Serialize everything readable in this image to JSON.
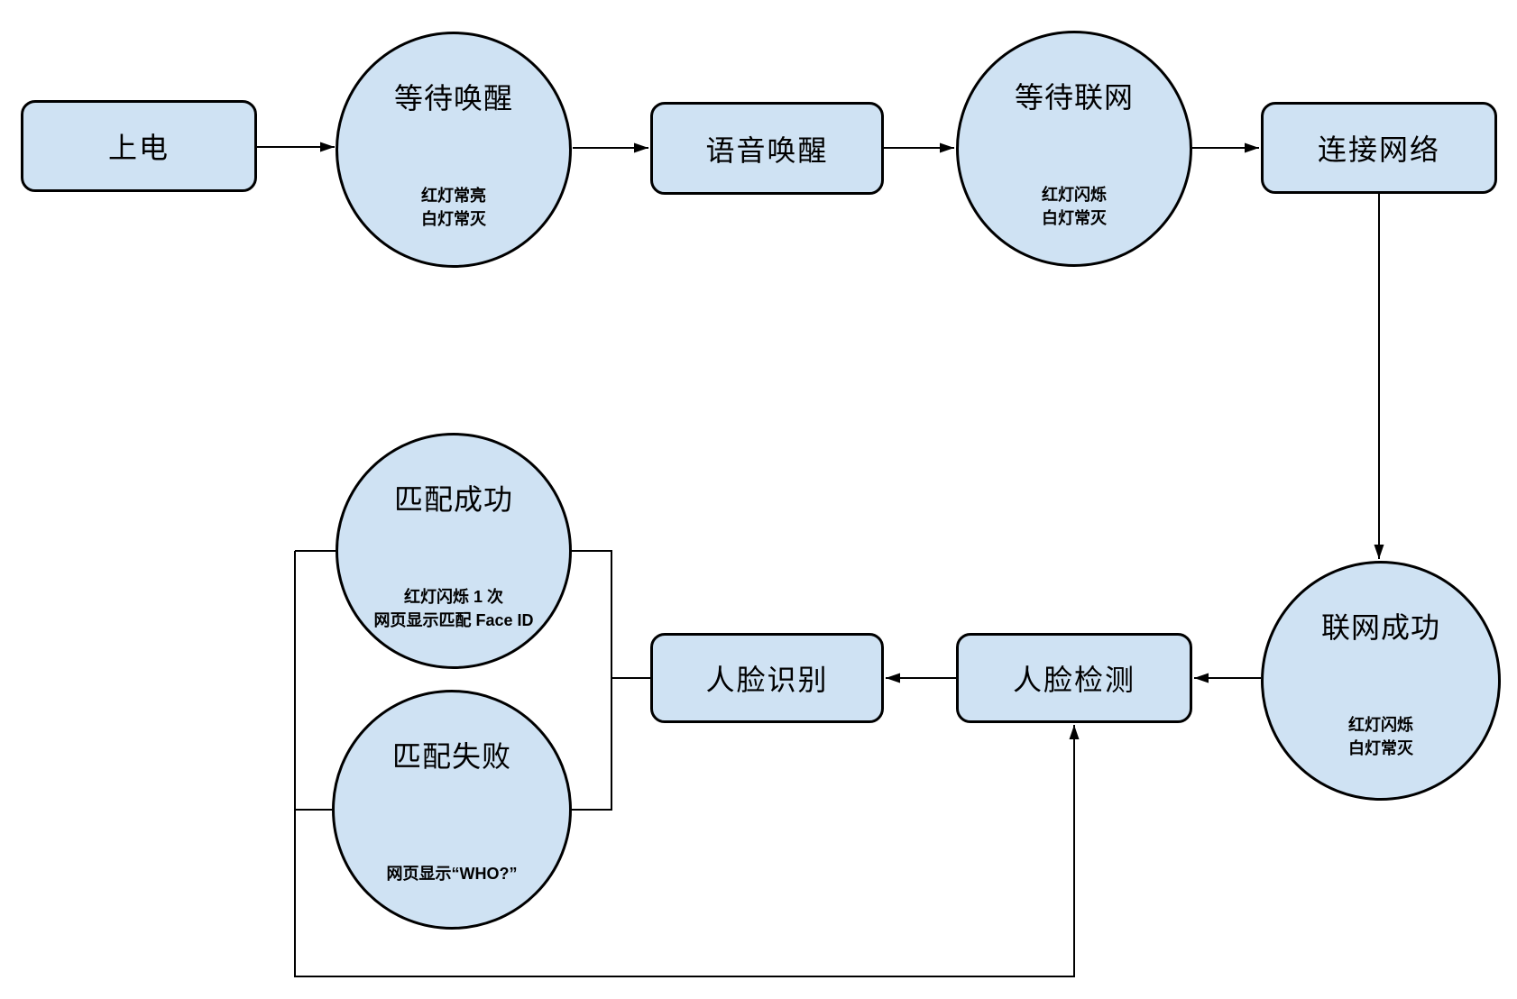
{
  "diagram": {
    "type": "flowchart",
    "colors": {
      "background": "#ffffff",
      "node_fill": "#cfe2f3",
      "node_border": "#000000",
      "connector": "#000000",
      "text": "#000000"
    },
    "nodes": {
      "power_on": {
        "shape": "rectangle",
        "label": "上电"
      },
      "wait_wake": {
        "shape": "circle",
        "label": "等待唤醒",
        "note": "红灯常亮\n白灯常灭"
      },
      "voice_wake": {
        "shape": "rectangle",
        "label": "语音唤醒"
      },
      "wait_network": {
        "shape": "circle",
        "label": "等待联网",
        "note": "红灯闪烁\n白灯常灭"
      },
      "connect_network": {
        "shape": "rectangle",
        "label": "连接网络"
      },
      "network_success": {
        "shape": "circle",
        "label": "联网成功",
        "note": "红灯闪烁\n白灯常灭"
      },
      "face_detect": {
        "shape": "rectangle",
        "label": "人脸检测"
      },
      "face_recognize": {
        "shape": "rectangle",
        "label": "人脸识别"
      },
      "match_success": {
        "shape": "circle",
        "label": "匹配成功",
        "note": "红灯闪烁 1 次\n网页显示匹配 Face ID"
      },
      "match_fail": {
        "shape": "circle",
        "label": "匹配失败",
        "note": "网页显示“WHO?”"
      }
    },
    "edges": [
      {
        "from": "power_on",
        "to": "wait_wake",
        "arrow": true
      },
      {
        "from": "wait_wake",
        "to": "voice_wake",
        "arrow": true
      },
      {
        "from": "voice_wake",
        "to": "wait_network",
        "arrow": true
      },
      {
        "from": "wait_network",
        "to": "connect_network",
        "arrow": true
      },
      {
        "from": "connect_network",
        "to": "network_success",
        "arrow": true
      },
      {
        "from": "network_success",
        "to": "face_detect",
        "arrow": true
      },
      {
        "from": "face_detect",
        "to": "face_recognize",
        "arrow": true
      },
      {
        "from": "face_recognize",
        "to": "match_success",
        "arrow": false
      },
      {
        "from": "face_recognize",
        "to": "match_fail",
        "arrow": false
      },
      {
        "from": "match_success",
        "to": "face_detect",
        "arrow": true
      },
      {
        "from": "match_fail",
        "to": "face_detect",
        "arrow": true
      }
    ]
  }
}
